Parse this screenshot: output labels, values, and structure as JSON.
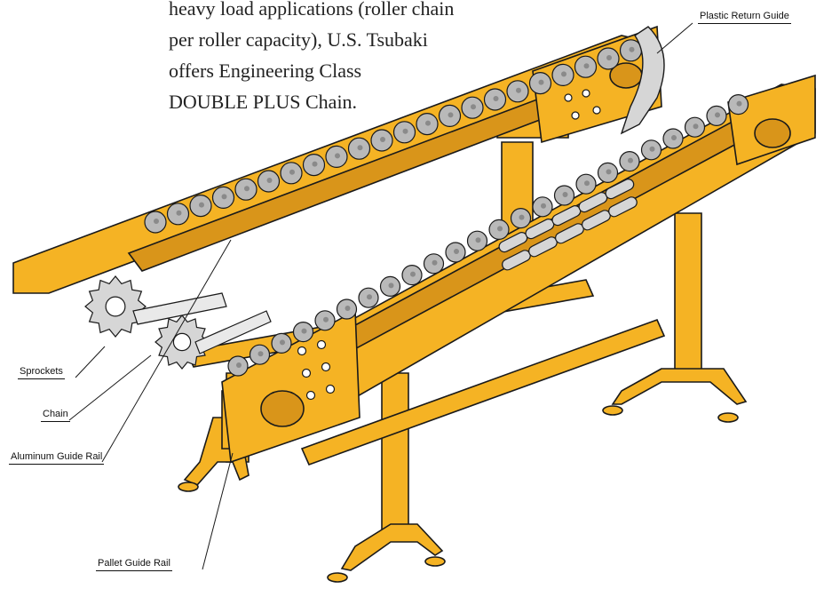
{
  "intro_text": {
    "line1": "heavy load applications (roller chain",
    "line2": "per roller capacity), U.S. Tsubaki",
    "line3": "offers Engineering Class",
    "line4": "DOUBLE PLUS Chain."
  },
  "callouts": {
    "plastic_return_guide": "Plastic Return Guide",
    "sprockets": "Sprockets",
    "chain": "Chain",
    "aluminum_guide_rail": "Aluminum Guide Rail",
    "pallet_guide_rail": "Pallet Guide Rail"
  },
  "colors": {
    "frame_yellow": "#F5B324",
    "frame_shadow": "#D9951A",
    "roller_grey": "#B9B9B9",
    "plate_grey": "#D6D6D6",
    "outline": "#1a1a1a"
  }
}
